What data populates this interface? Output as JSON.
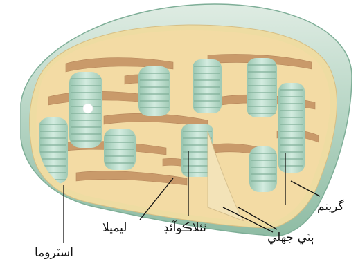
{
  "diagram": {
    "subject": "chloroplast cross-section",
    "labels": {
      "granum": "گرينم",
      "double_membrane": "ٻٽي جهلي",
      "thylakoid": "ٿئلاڪوآئڊ",
      "lamella": "ليميلا",
      "stroma": "اسٽروما"
    },
    "colors": {
      "outer_membrane": "#8fbca4",
      "inner_membrane": "#eedca2",
      "stroma": "#f3dba4",
      "lamella_tissue": "#c99a6a",
      "granum_disc": "#a9d0bd",
      "granum_disc_light": "#d3ece0",
      "leader_line": "#111111"
    }
  }
}
